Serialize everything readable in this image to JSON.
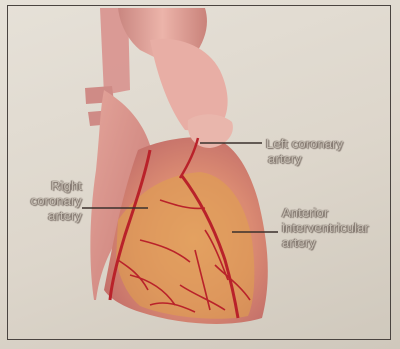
{
  "labels": {
    "left_coronary": [
      "Left coronary",
      "artery"
    ],
    "right_coronary": [
      "Right",
      "coronary",
      "artery"
    ],
    "anterior_interventricular": [
      "Anterior",
      "interventricular",
      "artery"
    ]
  },
  "colors": {
    "heart_pink": "#e6a49a",
    "heart_shadow": "#c7766f",
    "vessel_red": "#b9222a",
    "fat_yellow": "#e0a24a",
    "leader_line": "#3a302c"
  }
}
